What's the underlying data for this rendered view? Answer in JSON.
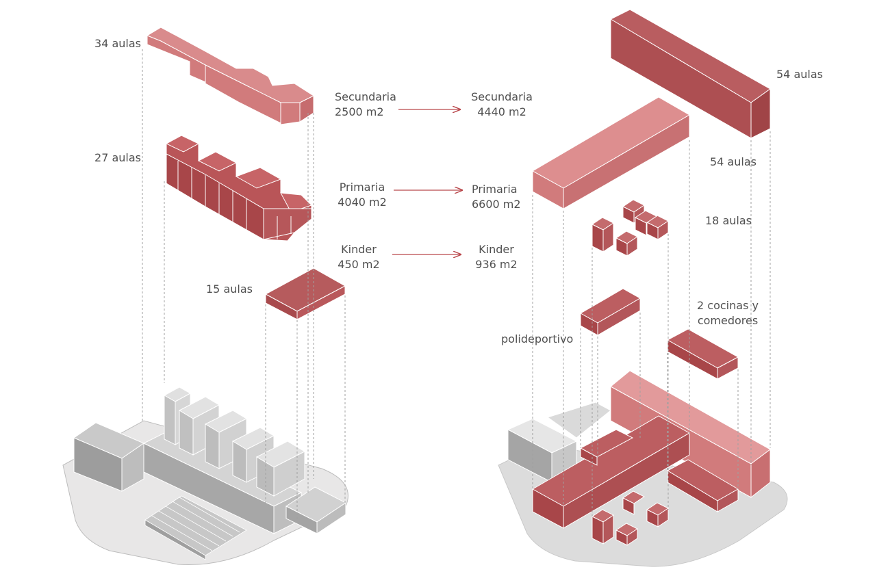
{
  "colors": {
    "program_dark": "#ad4f52",
    "program_light": "#d17b7c",
    "existing_gray": "#cfcfcf",
    "existing_dark": "#a9a9a9",
    "ground": "#e7e6e6",
    "ground_right": "#dcdcdc",
    "arrow": "#b9474b",
    "guide_line": "#9a9a9a",
    "text": "#505050"
  },
  "existing": {
    "secundaria": {
      "name": "Secundaria",
      "area": "2500 m2",
      "aulas": "34 aulas"
    },
    "primaria": {
      "name": "Primaria",
      "area": "4040 m2",
      "aulas": "27 aulas"
    },
    "kinder": {
      "name": "Kinder",
      "area": "450 m2",
      "aulas": "15 aulas"
    }
  },
  "proposal": {
    "secundaria": {
      "name": "Secundaria",
      "area": "4440 m2",
      "aulas": "54 aulas"
    },
    "primaria": {
      "name": "Primaria",
      "area": "6600 m2",
      "aulas": "54 aulas"
    },
    "kinder": {
      "name": "Kinder",
      "area": "936 m2",
      "aulas": "18 aulas"
    },
    "polideportivo": "polideportivo",
    "cocinas_line1": "2 cocinas y",
    "cocinas_line2": "comedores"
  }
}
